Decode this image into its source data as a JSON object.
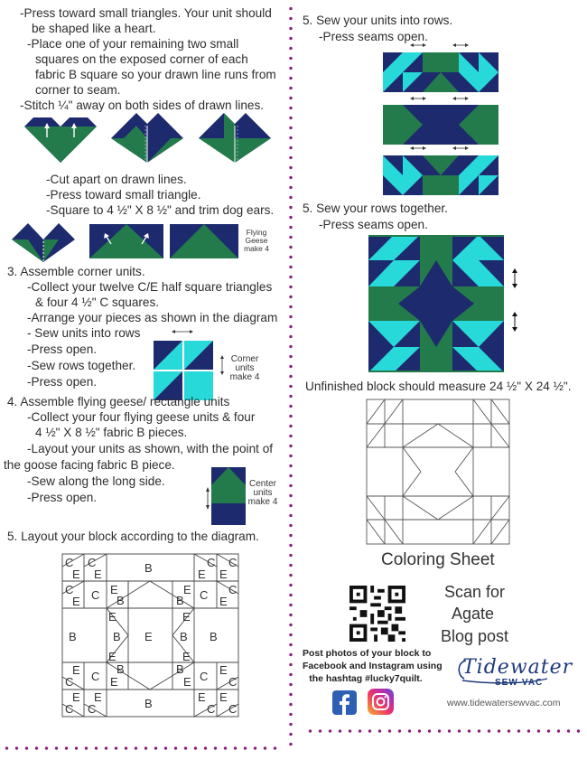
{
  "left": {
    "lines": [
      "-Press toward small triangles. Your unit should",
      "be shaped like a heart.",
      "-Place one of your remaining two small",
      "squares on the exposed corner of each",
      "fabric B square so your drawn line runs from",
      "corner to seam.",
      "-Stitch ¼\" away on both sides of drawn lines.",
      "-Cut apart on drawn lines.",
      "-Press toward small triangle.",
      "-Square to 4 ½\" X 8 ½\" and trim dog ears.",
      "3. Assemble corner units.",
      "-Collect your twelve C/E half square triangles",
      "& four 4 ½\" C squares.",
      "-Arrange your pieces as shown in the diagram",
      "-  Sew units into rows",
      "-Press open.",
      "-Sew rows together.",
      "-Press open.",
      "4. Assemble flying geese/ rectangle units",
      "-Collect your four flying geese units & four",
      "4 ½\" X 8 ½\" fabric B pieces.",
      "-Layout your units as shown, with the point of",
      "the goose facing fabric B piece.",
      "-Sew along the long side.",
      "-Press open.",
      "5. Layout your block according to the diagram."
    ],
    "flying_geese_note": "Flying Geese make 4",
    "corner_units_note": "Corner units make 4",
    "center_units_note": "Center units make 4"
  },
  "right": {
    "step5a": "5. Sew your units into rows.",
    "step5a_sub": "-Press seams open.",
    "step5b": "5. Sew your rows together.",
    "step5b_sub": "-Press seams open.",
    "unfinished": "Unfinished block should measure 24 ½\" X 24 ½\".",
    "coloring": "Coloring Sheet",
    "scan": [
      "Scan for",
      "Agate",
      "Blog post"
    ],
    "post_photos": [
      "Post photos of your block to",
      "Facebook and Instagram using",
      "the hashtag #lucky7quilt."
    ],
    "logo_top": "Tidewater",
    "logo_bottom": "SEW-VAC",
    "website": "www.tidewatersewvac.com"
  },
  "layout_diagram": {
    "rows": [
      [
        "C/E",
        "C/E",
        "B",
        "E/C",
        "E/C"
      ],
      [
        "C/E",
        "C",
        "B/E",
        "E/B",
        "C",
        "E/C"
      ],
      [
        "B",
        "E/B",
        "E",
        "B/E",
        "B"
      ],
      [
        "C/E",
        "C",
        "E/B",
        "B/E",
        "C",
        "E/C"
      ],
      [
        "C/E",
        "C/E",
        "B",
        "E/C",
        "E/C"
      ]
    ],
    "letters": [
      "C",
      "E",
      "B"
    ]
  },
  "colors": {
    "navy": "#1d2a6e",
    "green": "#237a4a",
    "cyan": "#27d9d9",
    "accent_dots": "#8a1f7a",
    "logo_blue": "#1e3a7c"
  }
}
